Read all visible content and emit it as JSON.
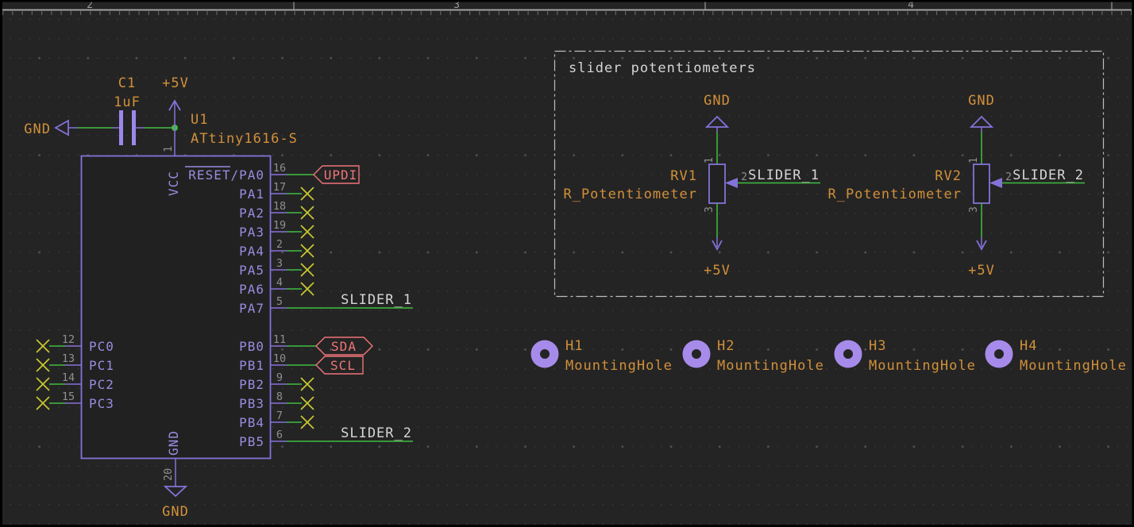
{
  "app": {
    "kind": "schematic-editor-canvas"
  },
  "colors": {
    "background": "#242424",
    "wire_green": "#3fbf3f",
    "symbol_purple": "#8572d9",
    "device_fill_purple": "#a78bea",
    "field_orange": "#d2903a",
    "global_label_pink": "#ee7578",
    "net_label_gray": "#d6d6d6",
    "pin_number_gray": "#8f8f8f",
    "no_connect_yellow": "#c8c832"
  },
  "sheet": {
    "ruler_labels": [
      "2",
      "3",
      "4"
    ]
  },
  "nets": {
    "gnd": "GND",
    "p5v": "+5V"
  },
  "capacitor": {
    "reference": "C1",
    "value": "1uF"
  },
  "mcu": {
    "reference": "U1",
    "value": "ATtiny1616-S",
    "vcc_name": "VCC",
    "vcc_number": "1",
    "gnd_name": "GND",
    "gnd_number": "20",
    "right_pins": [
      {
        "number": "16",
        "name_overline": "RESET",
        "name_rest": "/PA0"
      },
      {
        "number": "17",
        "name": "PA1"
      },
      {
        "number": "18",
        "name": "PA2"
      },
      {
        "number": "19",
        "name": "PA3"
      },
      {
        "number": "2",
        "name": "PA4"
      },
      {
        "number": "3",
        "name": "PA5"
      },
      {
        "number": "4",
        "name": "PA6"
      },
      {
        "number": "5",
        "name": "PA7"
      },
      {
        "number": "11",
        "name": "PB0"
      },
      {
        "number": "10",
        "name": "PB1"
      },
      {
        "number": "9",
        "name": "PB2"
      },
      {
        "number": "8",
        "name": "PB3"
      },
      {
        "number": "7",
        "name": "PB4"
      },
      {
        "number": "6",
        "name": "PB5"
      }
    ],
    "left_pins": [
      {
        "number": "12",
        "name": "PC0"
      },
      {
        "number": "13",
        "name": "PC1"
      },
      {
        "number": "14",
        "name": "PC2"
      },
      {
        "number": "15",
        "name": "PC3"
      }
    ]
  },
  "global_labels": {
    "updi": "UPDI",
    "sda": "SDA",
    "scl": "SCL"
  },
  "net_labels": {
    "slider1": "SLIDER_1",
    "slider2": "SLIDER_2"
  },
  "group": {
    "title": "slider potentiometers",
    "pots": [
      {
        "reference": "RV1",
        "value": "R_Potentiometer",
        "pin_top": "1",
        "pin_wiper": "2",
        "pin_bottom": "3",
        "top_net": "GND",
        "bottom_net": "+5V",
        "wiper_label": "SLIDER_1"
      },
      {
        "reference": "RV2",
        "value": "R_Potentiometer",
        "pin_top": "1",
        "pin_wiper": "2",
        "pin_bottom": "3",
        "top_net": "GND",
        "bottom_net": "+5V",
        "wiper_label": "SLIDER_2"
      }
    ]
  },
  "mounting_holes": [
    {
      "reference": "H1",
      "value": "MountingHole"
    },
    {
      "reference": "H2",
      "value": "MountingHole"
    },
    {
      "reference": "H3",
      "value": "MountingHole"
    },
    {
      "reference": "H4",
      "value": "MountingHole"
    }
  ]
}
